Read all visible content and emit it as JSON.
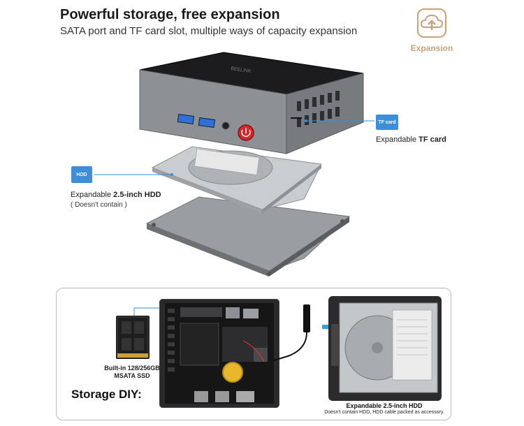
{
  "header": {
    "title": "Powerful storage, free expansion",
    "subtitle": "SATA port and TF card slot, multiple ways of capacity expansion"
  },
  "badge": {
    "label": "Expansion",
    "icon": "cloud-upload-icon",
    "color": "#c9a27a"
  },
  "callouts": {
    "tf": {
      "badge": "TF card",
      "prefix": "Expandable ",
      "bold": "TF card"
    },
    "hdd": {
      "badge": "HDD",
      "prefix": "Expandable ",
      "bold": "2.5-inch HDD",
      "note": "( Doesn't contain )"
    }
  },
  "device": {
    "brand": "BEELINK"
  },
  "panel": {
    "ssd_label_1": "Built-in 128/256GB",
    "ssd_label_2": "MSATA SSD",
    "diy_label": "Storage DIY:",
    "hdd_label": "Expandable 2.5-inch HDD",
    "hdd_note": "Doesn't contain HDD,  HDD cable packed as accessory."
  },
  "colors": {
    "accent_blue": "#3a8fd8",
    "badge_tan": "#c9a27a",
    "power_red": "#d62828"
  }
}
